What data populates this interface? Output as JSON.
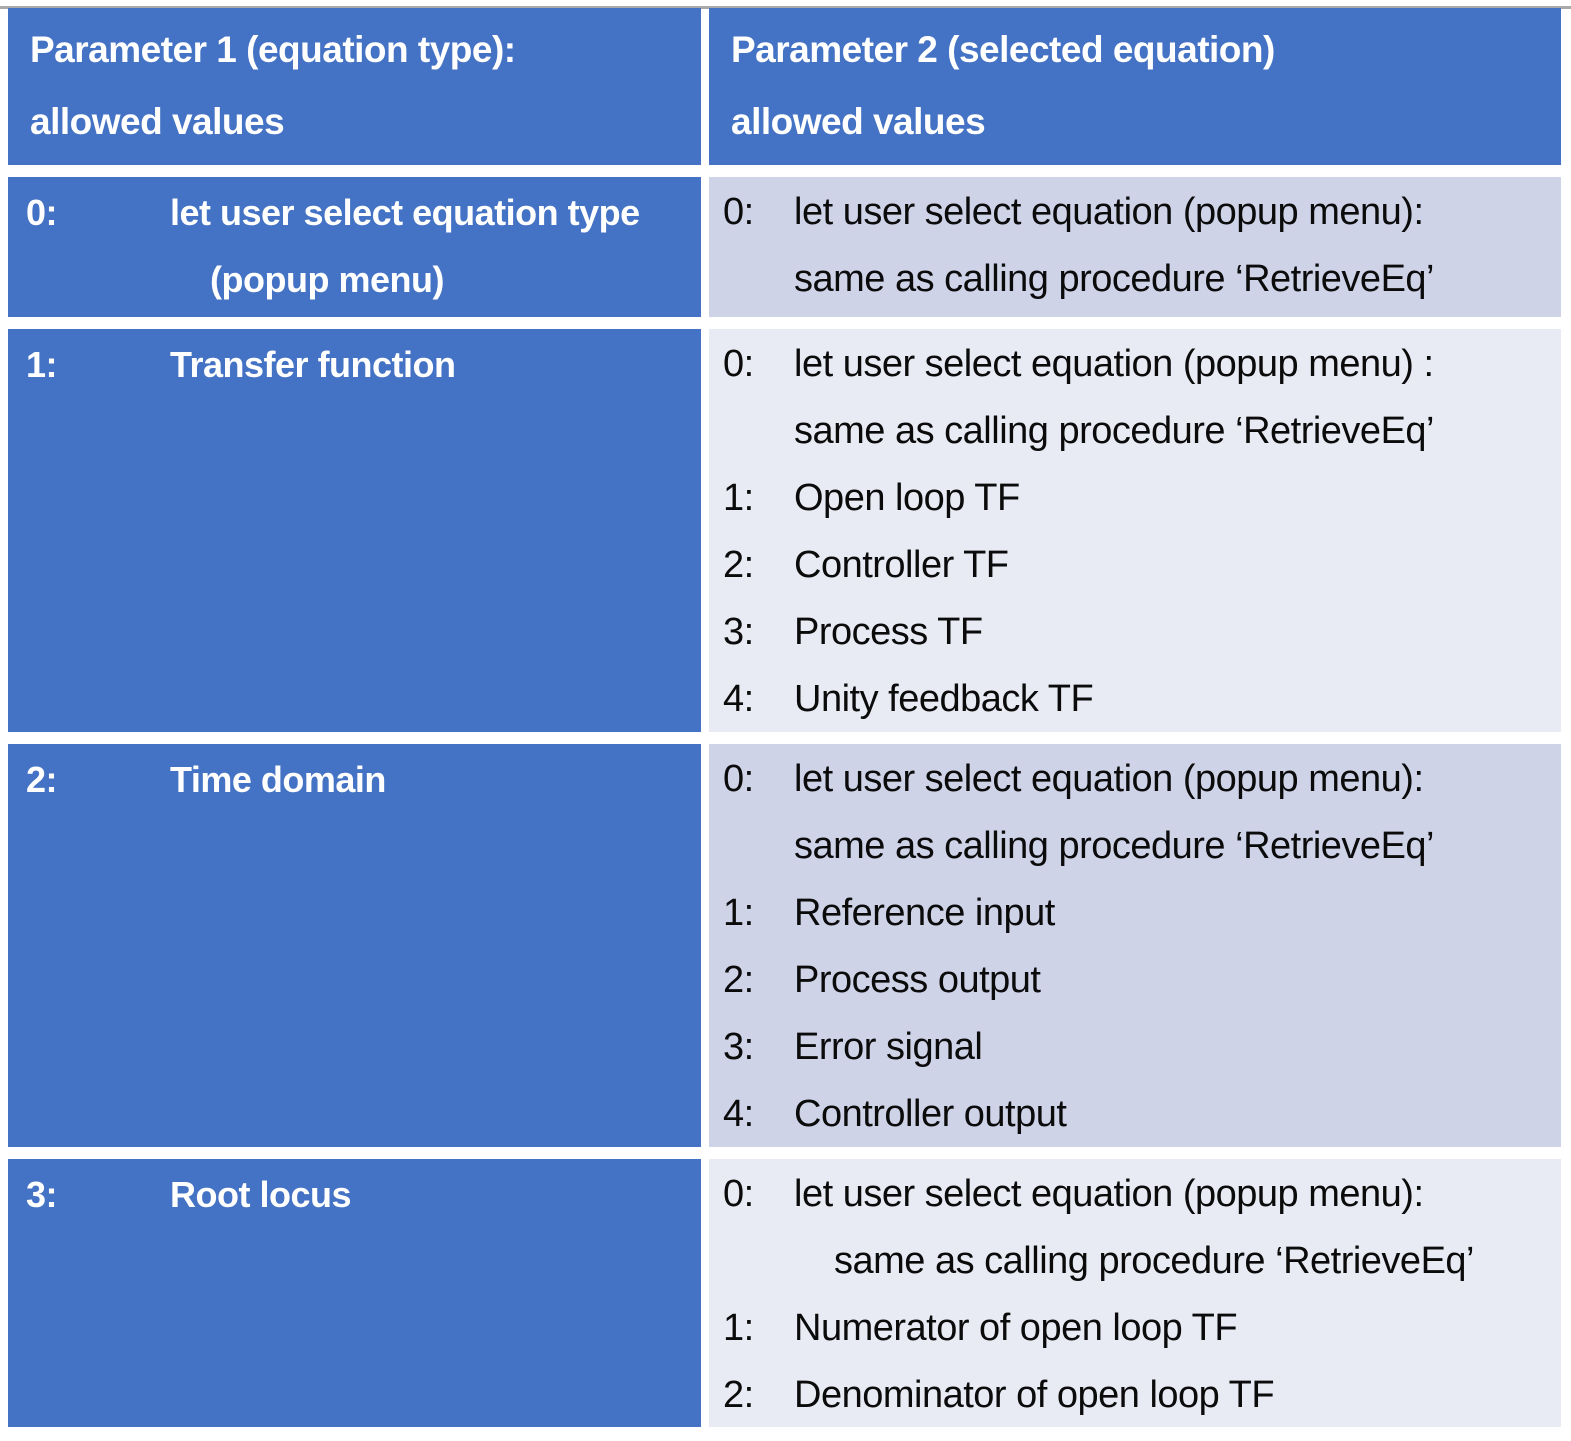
{
  "colors": {
    "header_blue": "#4472C4",
    "band_dark": "#CED3E8",
    "band_light": "#E9EBF4",
    "text_dark": "#0B0B0B",
    "text_light": "#FFFFFF"
  },
  "table": {
    "header": {
      "col1": [
        "Parameter 1 (equation type):",
        "allowed values"
      ],
      "col2": [
        "Parameter 2 (selected equation)",
        "allowed values"
      ]
    },
    "rows": [
      {
        "band": "dark",
        "param1": [
          {
            "n": "0:",
            "t": "let user select equation type"
          },
          {
            "n": "",
            "t": "(popup menu)",
            "indent": 1
          }
        ],
        "param2": [
          {
            "n": "0:",
            "t": "let user select equation (popup menu):"
          },
          {
            "n": "",
            "t": "same as calling procedure ‘RetrieveEq’"
          }
        ]
      },
      {
        "band": "light",
        "param1": [
          {
            "n": "1:",
            "t": "Transfer function"
          }
        ],
        "param2": [
          {
            "n": "0:",
            "t": "let user select equation (popup menu) :"
          },
          {
            "n": "",
            "t": "same as calling procedure ‘RetrieveEq’"
          },
          {
            "n": "1:",
            "t": "Open loop TF"
          },
          {
            "n": "2:",
            "t": "Controller TF"
          },
          {
            "n": "3:",
            "t": "Process TF"
          },
          {
            "n": "4:",
            "t": "Unity feedback TF"
          }
        ]
      },
      {
        "band": "dark",
        "param1": [
          {
            "n": "2:",
            "t": "Time domain"
          }
        ],
        "param2": [
          {
            "n": "0:",
            "t": "let user select equation (popup menu):"
          },
          {
            "n": "",
            "t": "same as calling procedure ‘RetrieveEq’"
          },
          {
            "n": "1:",
            "t": "Reference input"
          },
          {
            "n": "2:",
            "t": "Process output"
          },
          {
            "n": "3:",
            "t": "Error signal"
          },
          {
            "n": "4:",
            "t": "Controller output"
          }
        ]
      },
      {
        "band": "light",
        "param1": [
          {
            "n": "3:",
            "t": "Root locus"
          }
        ],
        "param2": [
          {
            "n": "0:",
            "t": "let user select equation (popup menu):"
          },
          {
            "n": "",
            "t": "same as calling procedure ‘RetrieveEq’",
            "indent": 1
          },
          {
            "n": "1:",
            "t": "Numerator of open loop TF"
          },
          {
            "n": "2:",
            "t": "Denominator of open loop TF"
          }
        ]
      }
    ]
  }
}
